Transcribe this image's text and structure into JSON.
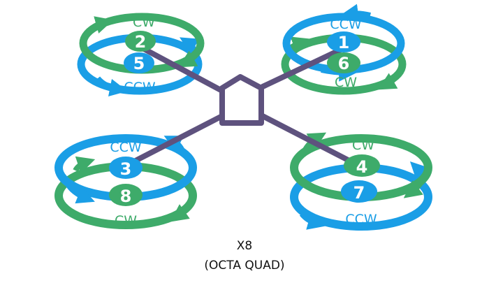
{
  "title": "X8",
  "subtitle": "(OCTA QUAD)",
  "colors": {
    "cw": "#3eab6a",
    "ccw": "#1a9ee6",
    "frame": "#5e527e",
    "background": "#ffffff"
  },
  "motors": [
    {
      "pos": "top-left",
      "upper": {
        "number": "2",
        "dir": "CW"
      },
      "lower": {
        "number": "5",
        "dir": "CCW"
      }
    },
    {
      "pos": "top-right",
      "upper": {
        "number": "1",
        "dir": "CCW"
      },
      "lower": {
        "number": "6",
        "dir": "CW"
      }
    },
    {
      "pos": "bottom-left",
      "upper": {
        "number": "3",
        "dir": "CCW"
      },
      "lower": {
        "number": "8",
        "dir": "CW"
      }
    },
    {
      "pos": "bottom-right",
      "upper": {
        "number": "4",
        "dir": "CW"
      },
      "lower": {
        "number": "7",
        "dir": "CCW"
      }
    }
  ]
}
